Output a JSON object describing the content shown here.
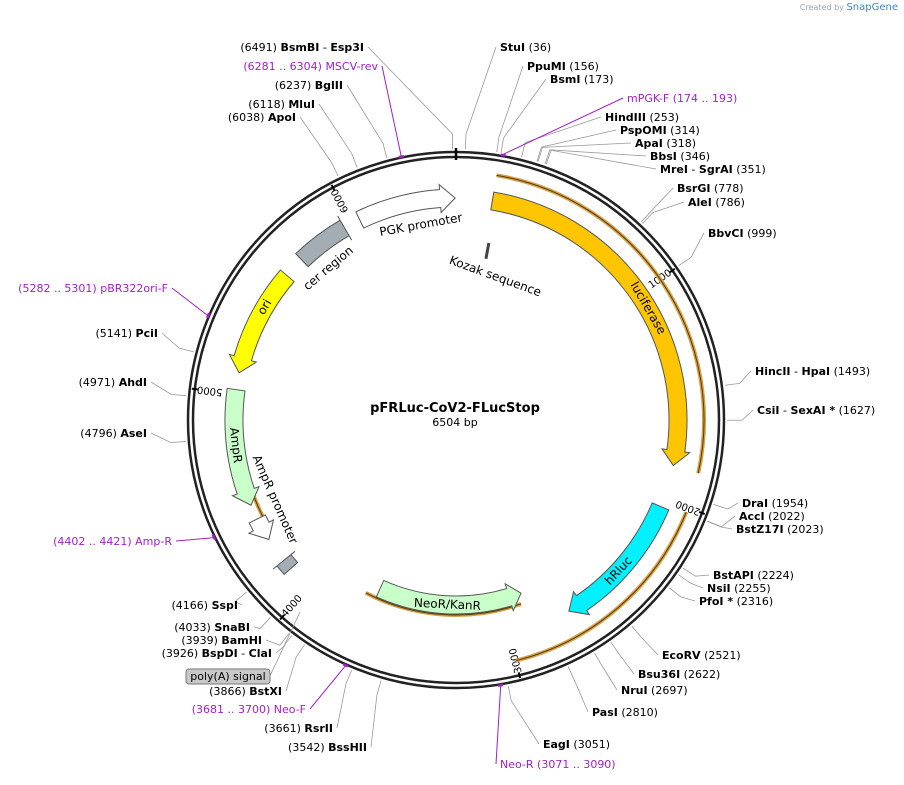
{
  "credit": {
    "prefix": "Created by",
    "brand": "SnapGene"
  },
  "plasmid": {
    "name": "pFRLuc-CoV2-FLucStop",
    "size": "6504 bp",
    "length": 6504
  },
  "ticks": [
    {
      "pos": 1000,
      "label": "1000"
    },
    {
      "pos": 2000,
      "label": "2000"
    },
    {
      "pos": 3000,
      "label": "3000"
    },
    {
      "pos": 4000,
      "label": "4000"
    },
    {
      "pos": 5000,
      "label": "5000"
    },
    {
      "pos": 6000,
      "label": "6000"
    }
  ],
  "features": [
    {
      "name": "luciferase",
      "start": 170,
      "end": 1840,
      "color": "#ffc600",
      "rad": "mid",
      "label": "luciferase",
      "labelPos": 1080
    },
    {
      "name": "hRluc",
      "start": 2040,
      "end": 2700,
      "color": "#00f0ff",
      "rad": "mid",
      "label": "hRluc",
      "labelPos": 2400
    },
    {
      "name": "NeoR/KanR",
      "start": 2880,
      "end": 3690,
      "color": "#c9ffc9",
      "rad": "inner",
      "label": "NeoR/KanR",
      "labelPos": 3300,
      "dir": -1
    },
    {
      "name": "AmpR",
      "start": 4470,
      "end": 5020,
      "color": "#c9ffc9",
      "rad": "mid",
      "label": "AmpR",
      "labelPos": 4760,
      "dir": -1
    },
    {
      "name": "ori",
      "start": 5100,
      "end": 5610,
      "color": "#ffff00",
      "rad": "mid",
      "label": "ori",
      "labelPos": 5430,
      "dir": -1
    },
    {
      "name": "cer region",
      "start": 5710,
      "end": 5960,
      "color": "#a4acb4",
      "rad": "mid",
      "label": "cer region",
      "labelPos": 5780,
      "box": true
    },
    {
      "name": "PGK promoter",
      "start": 6040,
      "end": 6500,
      "color": "#ffffff",
      "rad": "mid",
      "label": "PGK promoter",
      "labelPos": 6320
    },
    {
      "name": "AmpR promoter",
      "start": 4290,
      "end": 4400,
      "color": "#ffffff",
      "rad": "mid",
      "label": "AmpR promoter",
      "labelPos": 4450,
      "dir": -1
    },
    {
      "name": "promoter-box",
      "start": 4120,
      "end": 4170,
      "color": "#a4acb4",
      "rad": "mid",
      "box": true
    }
  ],
  "kozak": {
    "label": "Kozak sequence",
    "pos": 190
  },
  "polyA": {
    "label": "poly(A) signal"
  },
  "enzymes": [
    {
      "name": "BsmBI",
      "extra": "Esp3I",
      "pos": "(6491)",
      "side": "L",
      "at": 6491
    },
    {
      "name": "StuI",
      "pos": "(36)",
      "side": "R",
      "at": 36
    },
    {
      "name": "PpuMI",
      "pos": "(156)",
      "side": "R",
      "at": 156
    },
    {
      "name": "BsmI",
      "pos": "(173)",
      "side": "R",
      "at": 173
    },
    {
      "name": "HindIII",
      "pos": "(253)",
      "side": "R",
      "at": 253
    },
    {
      "name": "PspOMI",
      "pos": "(314)",
      "side": "R",
      "at": 314
    },
    {
      "name": "ApaI",
      "pos": "(318)",
      "side": "R",
      "at": 318
    },
    {
      "name": "BbsI",
      "pos": "(346)",
      "side": "R",
      "at": 346
    },
    {
      "name": "MreI",
      "extra": "SgrAI",
      "pos": "(351)",
      "side": "R",
      "at": 351
    },
    {
      "name": "BsrGI",
      "pos": "(778)",
      "side": "R",
      "at": 778
    },
    {
      "name": "AleI",
      "pos": "(786)",
      "side": "R",
      "at": 786
    },
    {
      "name": "BbvCI",
      "pos": "(999)",
      "side": "R",
      "at": 999
    },
    {
      "name": "HincII",
      "extra": "HpaI",
      "pos": "(1493)",
      "side": "R",
      "at": 1493
    },
    {
      "name": "CsiI",
      "extra": "SexAI *",
      "pos": "(1627)",
      "side": "R",
      "at": 1627
    },
    {
      "name": "DraI",
      "pos": "(1954)",
      "side": "R",
      "at": 1954
    },
    {
      "name": "AccI",
      "pos": "(2022)",
      "side": "R",
      "at": 2022
    },
    {
      "name": "BstZ17I",
      "pos": "(2023)",
      "side": "R",
      "at": 2023
    },
    {
      "name": "BstAPI",
      "pos": "(2224)",
      "side": "R",
      "at": 2224
    },
    {
      "name": "NsiI",
      "pos": "(2255)",
      "side": "R",
      "at": 2255
    },
    {
      "name": "PfoI *",
      "pos": "(2316)",
      "side": "R",
      "at": 2316
    },
    {
      "name": "EcoRV",
      "pos": "(2521)",
      "side": "R",
      "at": 2521
    },
    {
      "name": "Bsu36I",
      "pos": "(2622)",
      "side": "R",
      "at": 2622
    },
    {
      "name": "NruI",
      "pos": "(2697)",
      "side": "R",
      "at": 2697
    },
    {
      "name": "PasI",
      "pos": "(2810)",
      "side": "R",
      "at": 2810
    },
    {
      "name": "EagI",
      "pos": "(3051)",
      "side": "R",
      "at": 3051
    },
    {
      "name": "BssHII",
      "pos": "(3542)",
      "side": "L",
      "at": 3542
    },
    {
      "name": "RsrII",
      "pos": "(3661)",
      "side": "L",
      "at": 3661
    },
    {
      "name": "BstXI",
      "pos": "(3866)",
      "side": "L",
      "at": 3866
    },
    {
      "name": "BspDI",
      "extra": "ClaI",
      "pos": "(3926)",
      "side": "L",
      "at": 3926
    },
    {
      "name": "BamHI",
      "pos": "(3939)",
      "side": "L",
      "at": 3939
    },
    {
      "name": "SnaBI",
      "pos": "(4033)",
      "side": "L",
      "at": 4033
    },
    {
      "name": "SspI",
      "pos": "(4166)",
      "side": "L",
      "at": 4166
    },
    {
      "name": "AseI",
      "pos": "(4796)",
      "side": "L",
      "at": 4796
    },
    {
      "name": "AhdI",
      "pos": "(4971)",
      "side": "L",
      "at": 4971
    },
    {
      "name": "PciI",
      "pos": "(5141)",
      "side": "L",
      "at": 5141
    },
    {
      "name": "ApoI",
      "pos": "(6038)",
      "side": "L",
      "at": 6038
    },
    {
      "name": "MluI",
      "pos": "(6118)",
      "side": "L",
      "at": 6118
    },
    {
      "name": "BglII",
      "pos": "(6237)",
      "side": "L",
      "at": 6237
    }
  ],
  "primers": [
    {
      "name": "MSCV-rev",
      "range": "(6281 .. 6304)",
      "side": "L",
      "at": 6292
    },
    {
      "name": "mPGK-F",
      "range": "(174 .. 193)",
      "side": "R",
      "at": 183
    },
    {
      "name": "pBR322ori-F",
      "range": "(5282 .. 5301)",
      "side": "L",
      "at": 5291
    },
    {
      "name": "Amp-R",
      "range": "(4402 .. 4421)",
      "side": "L",
      "at": 4411
    },
    {
      "name": "Neo-F",
      "range": "(3681 .. 3700)",
      "side": "L",
      "at": 3690
    },
    {
      "name": "Neo-R",
      "range": "(3071 .. 3090)",
      "side": "R",
      "at": 3080
    }
  ]
}
